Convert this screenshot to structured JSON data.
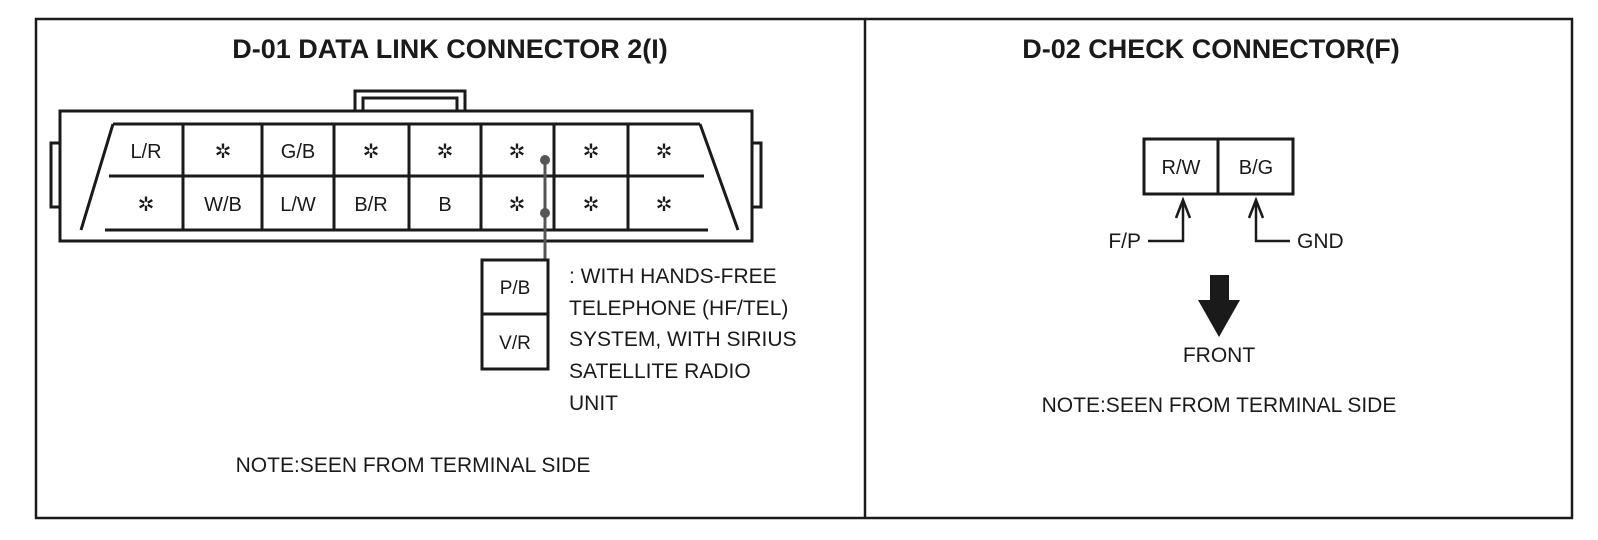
{
  "panel_left": {
    "title": "D-01  DATA LINK CONNECTOR 2(I)",
    "top_row": [
      "L/R",
      "✲",
      "G/B",
      "✲",
      "✲",
      "✲",
      "✲",
      "✲"
    ],
    "bottom_row": [
      "✲",
      "W/B",
      "L/W",
      "B/R",
      "B",
      "✲",
      "✲",
      "✲"
    ],
    "option_pins": [
      "P/B",
      "V/R"
    ],
    "option_note_lines": [
      ": WITH HANDS-FREE",
      "TELEPHONE (HF/TEL)",
      "SYSTEM, WITH SIRIUS",
      "SATELLITE RADIO",
      "UNIT"
    ],
    "note": "NOTE:SEEN FROM TERMINAL SIDE"
  },
  "panel_right": {
    "title": "D-02 CHECK CONNECTOR(F)",
    "pins": [
      "R/W",
      "B/G"
    ],
    "left_label": "F/P",
    "right_label": "GND",
    "direction_label": "FRONT",
    "note": "NOTE:SEEN FROM TERMINAL SIDE"
  }
}
